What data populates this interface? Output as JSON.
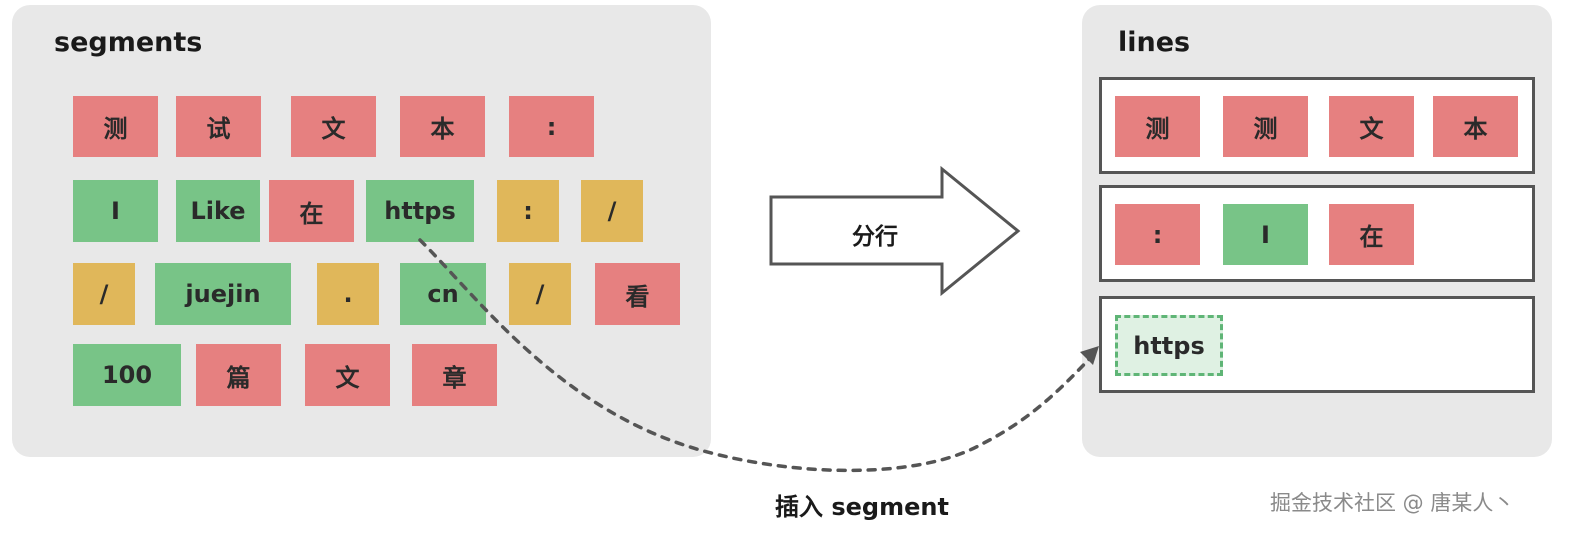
{
  "segments_panel": {
    "title": "segments",
    "rows": [
      [
        {
          "text": "测",
          "kind": "red"
        },
        {
          "text": "试",
          "kind": "red"
        },
        {
          "text": "文",
          "kind": "red"
        },
        {
          "text": "本",
          "kind": "red"
        },
        {
          "text": ":",
          "kind": "red"
        }
      ],
      [
        {
          "text": "I",
          "kind": "green"
        },
        {
          "text": "Like",
          "kind": "green"
        },
        {
          "text": "在",
          "kind": "red"
        },
        {
          "text": "https",
          "kind": "green"
        },
        {
          "text": ":",
          "kind": "yellow"
        },
        {
          "text": "/",
          "kind": "yellow"
        }
      ],
      [
        {
          "text": "/",
          "kind": "yellow"
        },
        {
          "text": "juejin",
          "kind": "green"
        },
        {
          "text": ".",
          "kind": "yellow"
        },
        {
          "text": "cn",
          "kind": "green"
        },
        {
          "text": "/",
          "kind": "yellow"
        },
        {
          "text": "看",
          "kind": "red"
        }
      ],
      [
        {
          "text": "100",
          "kind": "green"
        },
        {
          "text": "篇",
          "kind": "red"
        },
        {
          "text": "文",
          "kind": "red"
        },
        {
          "text": "章",
          "kind": "red"
        }
      ]
    ]
  },
  "arrow": {
    "label": "分行"
  },
  "lines_panel": {
    "title": "lines",
    "lines": [
      [
        {
          "text": "测",
          "kind": "red"
        },
        {
          "text": "测",
          "kind": "red"
        },
        {
          "text": "文",
          "kind": "red"
        },
        {
          "text": "本",
          "kind": "red"
        }
      ],
      [
        {
          "text": ":",
          "kind": "red"
        },
        {
          "text": "I",
          "kind": "green"
        },
        {
          "text": "在",
          "kind": "red"
        }
      ],
      [
        {
          "text": "https",
          "kind": "dashed"
        }
      ]
    ]
  },
  "connector": {
    "label": "插入 segment"
  },
  "watermark": "掘金技术社区 @ 唐某人丶",
  "colors": {
    "red": "#e68080",
    "green": "#78c487",
    "yellow": "#e0b75a",
    "panel": "#e8e8e8",
    "border": "#555555"
  }
}
